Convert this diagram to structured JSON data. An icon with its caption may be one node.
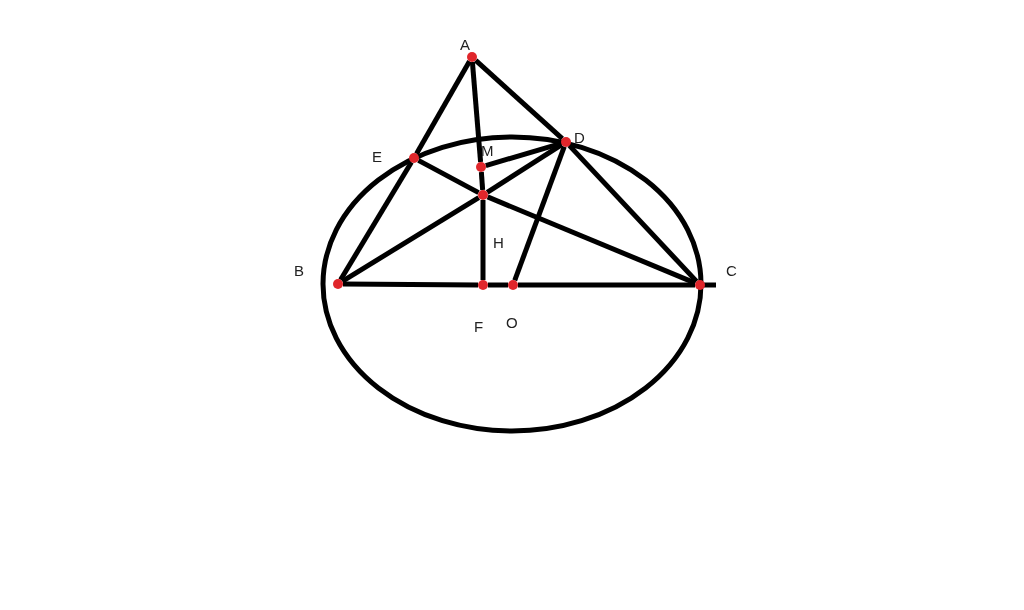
{
  "diagram": {
    "nodes": [
      {
        "text": [
          "A"
        ]
      },
      {
        "text": [
          "D"
        ]
      },
      {
        "text": [
          "E"
        ]
      },
      {
        "text": [
          "M"
        ]
      },
      {
        "text": [
          "H"
        ]
      },
      {
        "text": [
          "B"
        ]
      },
      {
        "text": [
          "C"
        ]
      },
      {
        "text": [
          "F"
        ]
      },
      {
        "text": [
          "O"
        ]
      }
    ],
    "edges": [
      {
        "from": 0,
        "to": 2,
        "arrow": "none"
      },
      {
        "from": 2,
        "to": 5,
        "arrow": "none"
      },
      {
        "from": 0,
        "to": 1,
        "arrow": "none"
      },
      {
        "from": 1,
        "to": 6,
        "arrow": "none"
      },
      {
        "from": 0,
        "to": 3,
        "arrow": "none"
      },
      {
        "from": 3,
        "to": 4,
        "arrow": "none"
      },
      {
        "from": 4,
        "to": 7,
        "arrow": "none"
      },
      {
        "from": 5,
        "to": 7,
        "arrow": "none"
      },
      {
        "from": 7,
        "to": 8,
        "arrow": "none"
      },
      {
        "from": 8,
        "to": 6,
        "arrow": "none"
      },
      {
        "from": 2,
        "to": 4,
        "arrow": "none"
      },
      {
        "from": 4,
        "to": 6,
        "arrow": "none"
      },
      {
        "from": 5,
        "to": 4,
        "arrow": "none"
      },
      {
        "from": 4,
        "to": 1,
        "arrow": "none"
      },
      {
        "from": 3,
        "to": 1,
        "arrow": "none"
      },
      {
        "from": 1,
        "to": 8,
        "arrow": "none"
      }
    ]
  }
}
